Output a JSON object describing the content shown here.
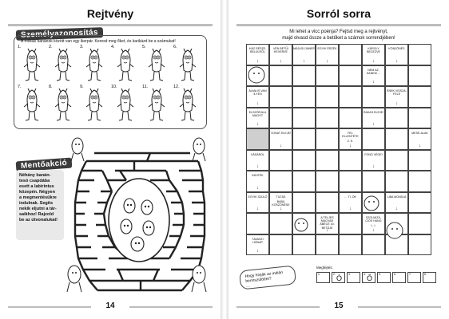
{
  "left_page": {
    "title": "Rejtvény",
    "id_section": {
      "heading": "Személyazonosítás",
      "instruction": "A mókás banánok között van egy ikerpár. Keresd meg őket, és karikázd be a számukat!",
      "figure_numbers": [
        "1.",
        "2.",
        "3.",
        "4.",
        "5.",
        "6.",
        "7.",
        "8.",
        "9.",
        "10.",
        "11.",
        "12."
      ]
    },
    "maze_section": {
      "heading": "Mentőakció",
      "lines": [
        "Néhány banán-",
        "tesó csapdába",
        "esett a labirintus",
        "közepén. Négyen",
        "a megmentésükre",
        "indulnak. Segíts",
        "nekik eljutni a tár-",
        "saikhoz! Rajzold",
        "be az útvonalukat!"
      ]
    },
    "page_number": "14"
  },
  "right_page": {
    "title": "Sorról sorra",
    "subtitle_line1": "Mi lehet a vicc poénja? Fejtsd meg a rejtvényt,",
    "subtitle_line2": "majd olvasd össze a betűket a számok sorrendjében!",
    "clues": {
      "r0c0": "HÁZ RÉSZE, BELÜLRŐL",
      "r0c1": "VÉN BETŰI KEVERVE",
      "r0c2": "MÁJUSI ÜNNEP",
      "r0c3": "EGYIK ÉRZÉK",
      "r0c5": "KÁROLY BECEZVE",
      "r0c6": "KÖNZÖNÉS",
      "r1c5": "NEM AZ, HANEM …",
      "r2c0": "ÁLMA IS VAN ILYEN",
      "r2c6": "ÉNEK VISSZA-FELÉ",
      "r3c0": "ELSZÓRJA A MAGOT",
      "r3c5": "RAKAS ELEJE!",
      "r4c1": "VONAT ELEJE!",
      "r4c4": "FEL ELLENTÉTE",
      "r4c4b": "Z. E.",
      "r4c7": "MESE-ALAK",
      "r5c0": "VÁSÁROL",
      "r5c5": "FONÓ VÉGE!",
      "r6c0": "INDITÉK",
      "r7c0": "EGYIK SZÜLŐ",
      "r7c1": "TILTÁS",
      "r7c1b": "BABA KÖSZÖNÉSE",
      "r7c4": "… TI, ÓK",
      "r7c6": "LIBA MONDJA",
      "r8c3": "A TELJES MAGYAR ÁBÉCÉ 30. BETŰJE",
      "r8c5": "SZOLMIZÁ-CIÓS HANG",
      "r8c5b": "L. I.",
      "r9c0": "TAVASZI HÓNAP"
    },
    "speech_text": "Hogy hívják az indián bennszülöttet?",
    "speech_tail": "…",
    "solution_label": "Megfejtés:",
    "solution": [
      {
        "n": "1.",
        "c": ""
      },
      {
        "n": "2.",
        "c": "Ó"
      },
      {
        "n": "3.",
        "c": ""
      },
      {
        "n": "4.",
        "c": "Ő"
      },
      {
        "n": "5.",
        "c": ""
      },
      {
        "n": "6.",
        "c": ""
      },
      {
        "n": "7.",
        "c": ""
      },
      {
        "n": "8.",
        "c": ""
      }
    ],
    "page_number": "15"
  },
  "colors": {
    "banner": "#3a3a3a",
    "rule": "#bdbdbd",
    "shade": "#cfcfcf"
  }
}
